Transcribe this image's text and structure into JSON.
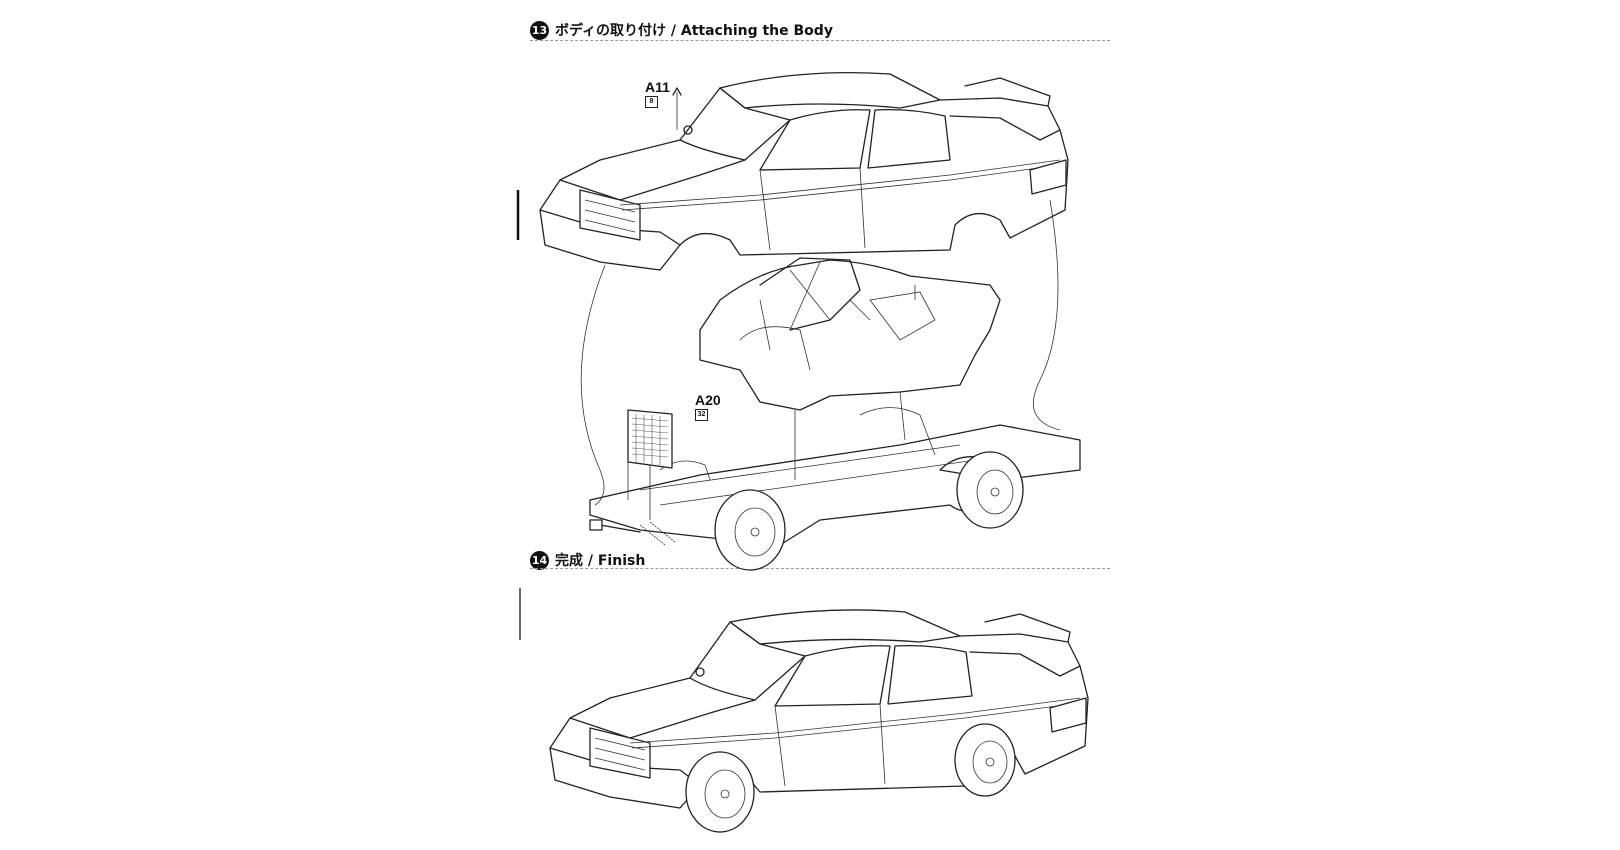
{
  "steps": [
    {
      "number": "13",
      "title": "ボディの取り付け / Attaching the Body"
    },
    {
      "number": "14",
      "title": "完成 / Finish"
    }
  ],
  "parts": [
    {
      "id": "A11",
      "qty": "8"
    },
    {
      "id": "A20",
      "qty": "32"
    }
  ],
  "icons": {
    "step_marker": "circled-number-icon",
    "part_box": "part-quantity-box-icon"
  }
}
